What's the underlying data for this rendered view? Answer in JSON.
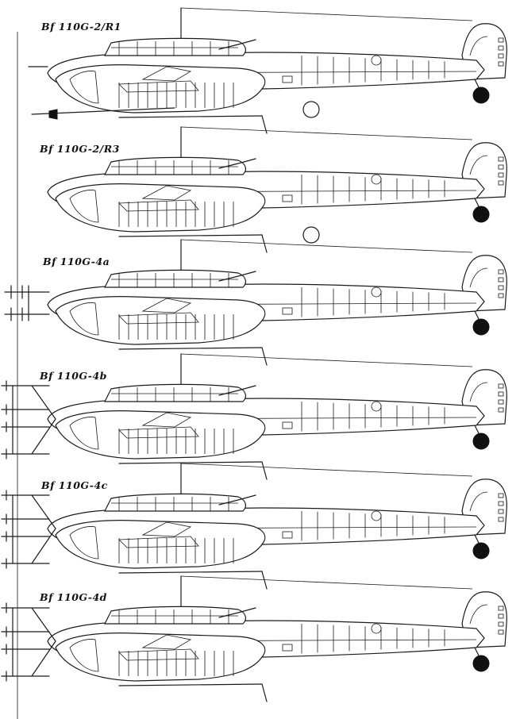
{
  "variants": [
    {
      "label": "Bf 110G-2/R1",
      "cannon": true,
      "antenna": "none"
    },
    {
      "label": "Bf 110G-2/R3",
      "cannon": false,
      "antenna": "none"
    },
    {
      "label": "Bf 110G-4a",
      "cannon": false,
      "antenna": "lichtenstein-small"
    },
    {
      "label": "Bf 110G-4b",
      "cannon": false,
      "antenna": "lichtenstein-combo"
    },
    {
      "label": "Bf 110G-4c",
      "cannon": false,
      "antenna": "sn2"
    },
    {
      "label": "Bf 110G-4d",
      "cannon": false,
      "antenna": "sn2-angled"
    }
  ]
}
